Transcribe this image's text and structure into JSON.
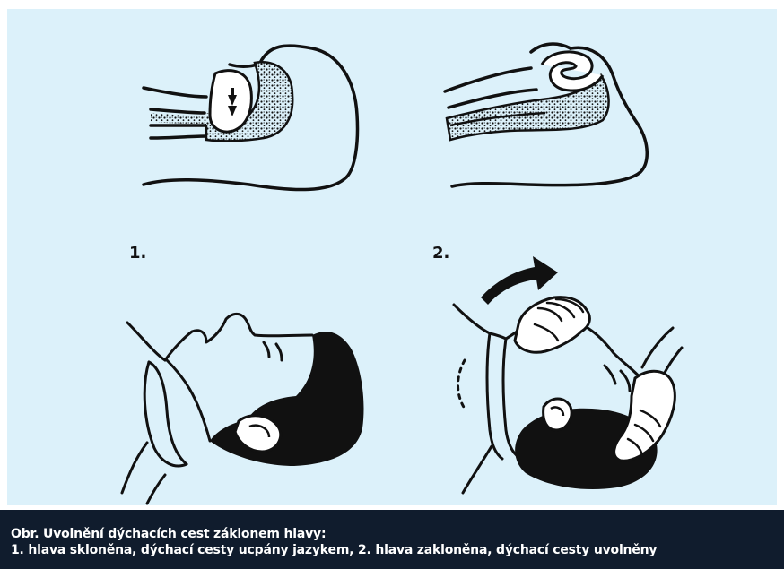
{
  "diagram": {
    "steps": [
      {
        "label": "1."
      },
      {
        "label": "2."
      }
    ]
  },
  "caption": {
    "title": "Obr. Uvolnění dýchacích cest záklonem hlavy:",
    "description": "1. hlava skloněna, dýchací cesty ucpány jazykem, 2. hlava zakloněna, dýchací cesty uvolněny"
  },
  "colors": {
    "panel_background": "#dcf1fa",
    "caption_background": "#101c2d",
    "caption_text": "#ffffff",
    "ink": "#111111"
  }
}
